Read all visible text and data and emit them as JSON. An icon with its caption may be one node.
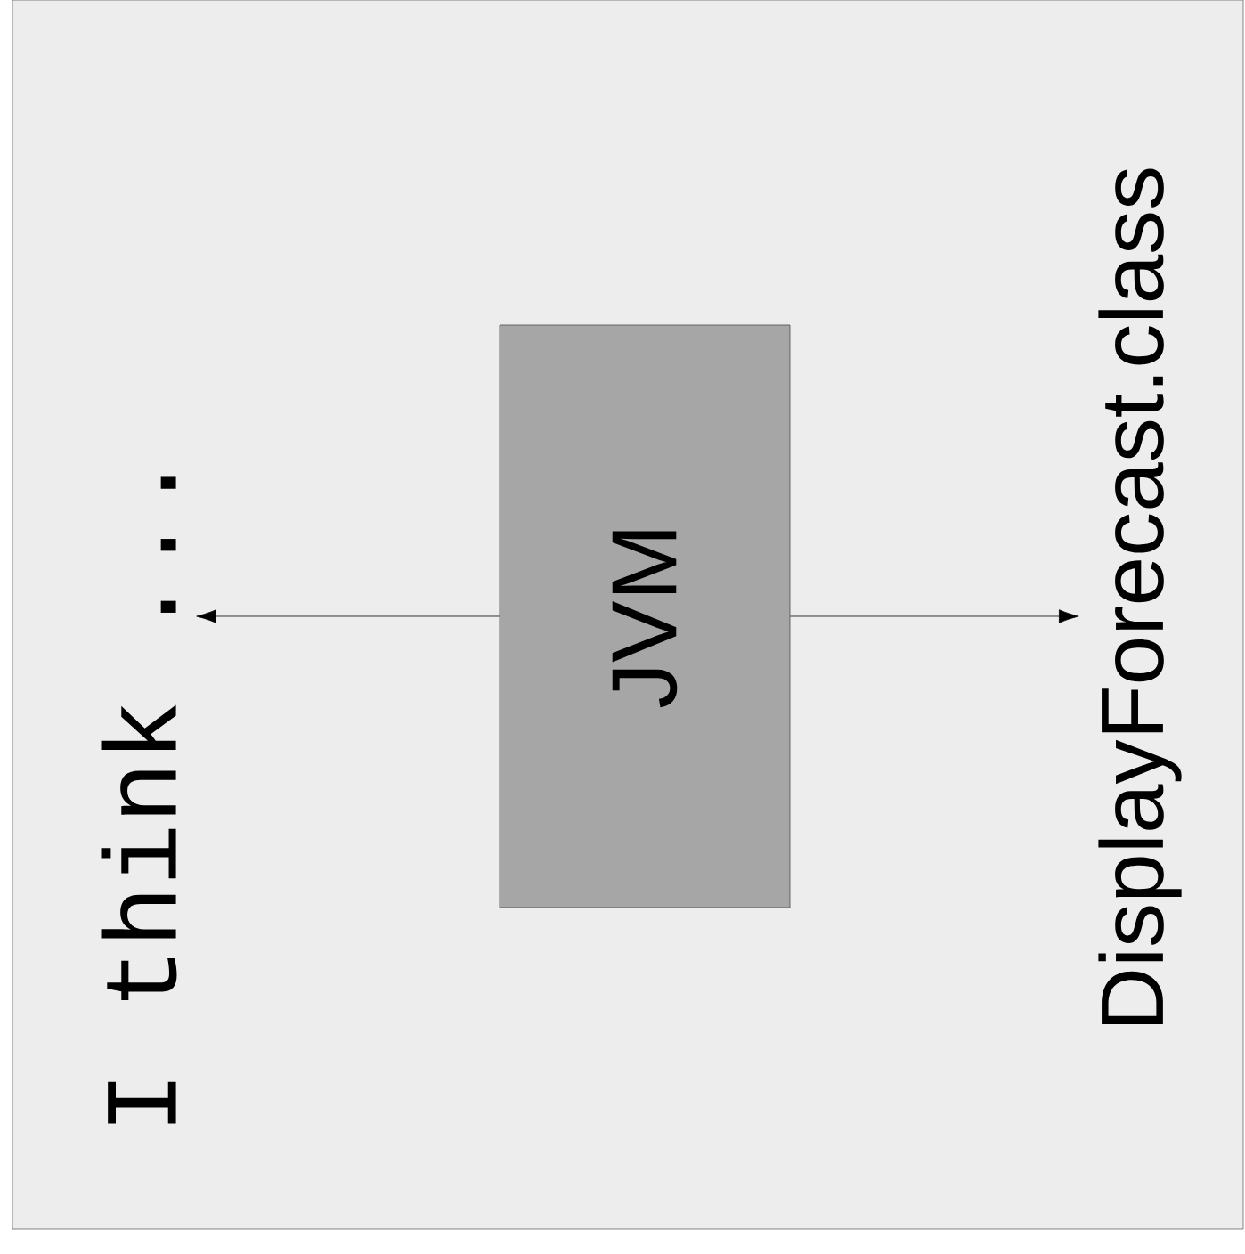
{
  "diagram": {
    "nodes": [
      {
        "text": [
          "I think ..."
        ]
      },
      {
        "text": [
          "JVM"
        ]
      },
      {
        "text": [
          "DisplayForecast.class"
        ]
      }
    ],
    "edges": [
      {
        "from": 1,
        "to": 0,
        "arrow": "to"
      },
      {
        "from": 1,
        "to": 2,
        "arrow": "to"
      }
    ]
  }
}
